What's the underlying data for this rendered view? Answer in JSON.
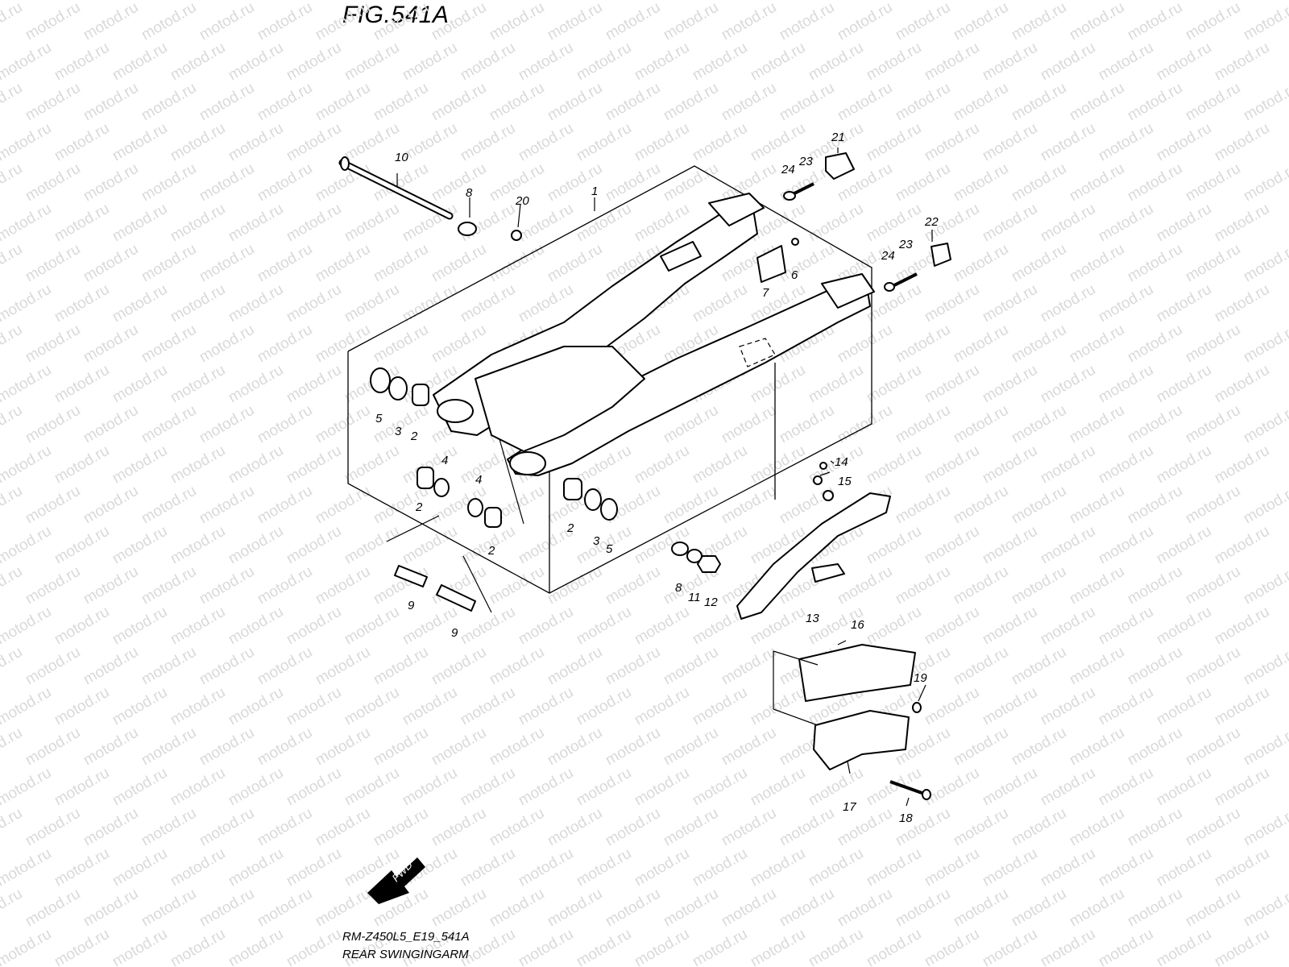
{
  "figure": {
    "title": "FIG.541A",
    "code": "RM-Z450L5_E19_541A",
    "name": "REAR SWINGINGARM"
  },
  "fwd_label": "FWD",
  "watermark": "motod.ru",
  "callouts": [
    "1",
    "2",
    "2",
    "2",
    "2",
    "3",
    "3",
    "4",
    "4",
    "5",
    "5",
    "6",
    "7",
    "8",
    "8",
    "9",
    "9",
    "10",
    "11",
    "12",
    "13",
    "14",
    "15",
    "16",
    "17",
    "18",
    "19",
    "20",
    "21",
    "22",
    "23",
    "23",
    "24",
    "24"
  ]
}
